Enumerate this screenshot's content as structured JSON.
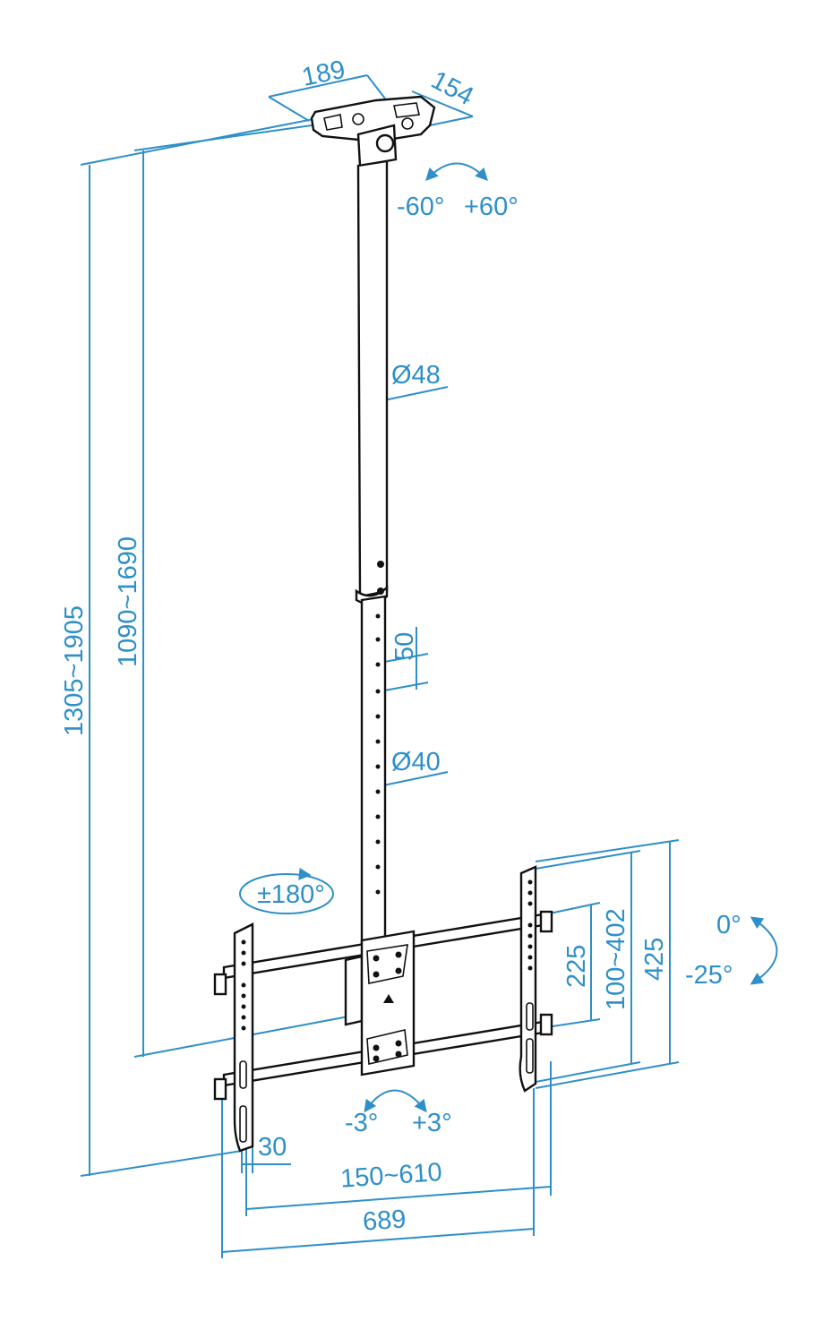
{
  "diagram": {
    "type": "ceiling-tv-mount-dimension-drawing",
    "dimension_color": "#2f8fc8",
    "line_color": "#111111",
    "labels": {
      "plate_width": "189",
      "plate_depth": "154",
      "swivel_left": "-60°",
      "swivel_right": "+60°",
      "upper_pole_diameter": "Ø48",
      "lower_pole_diameter": "Ø40",
      "hole_spacing": "50",
      "total_height": "1305~1905",
      "pole_height": "1090~1690",
      "rotation": "±180°",
      "tilt_top": "0°",
      "tilt_bottom": "-25°",
      "bracket_225": "225",
      "bracket_range": "100~402",
      "bracket_height": "425",
      "level_left": "-3°",
      "level_right": "+3°",
      "arm_width": "30",
      "arm_range": "150~610",
      "frame_width": "689"
    }
  }
}
